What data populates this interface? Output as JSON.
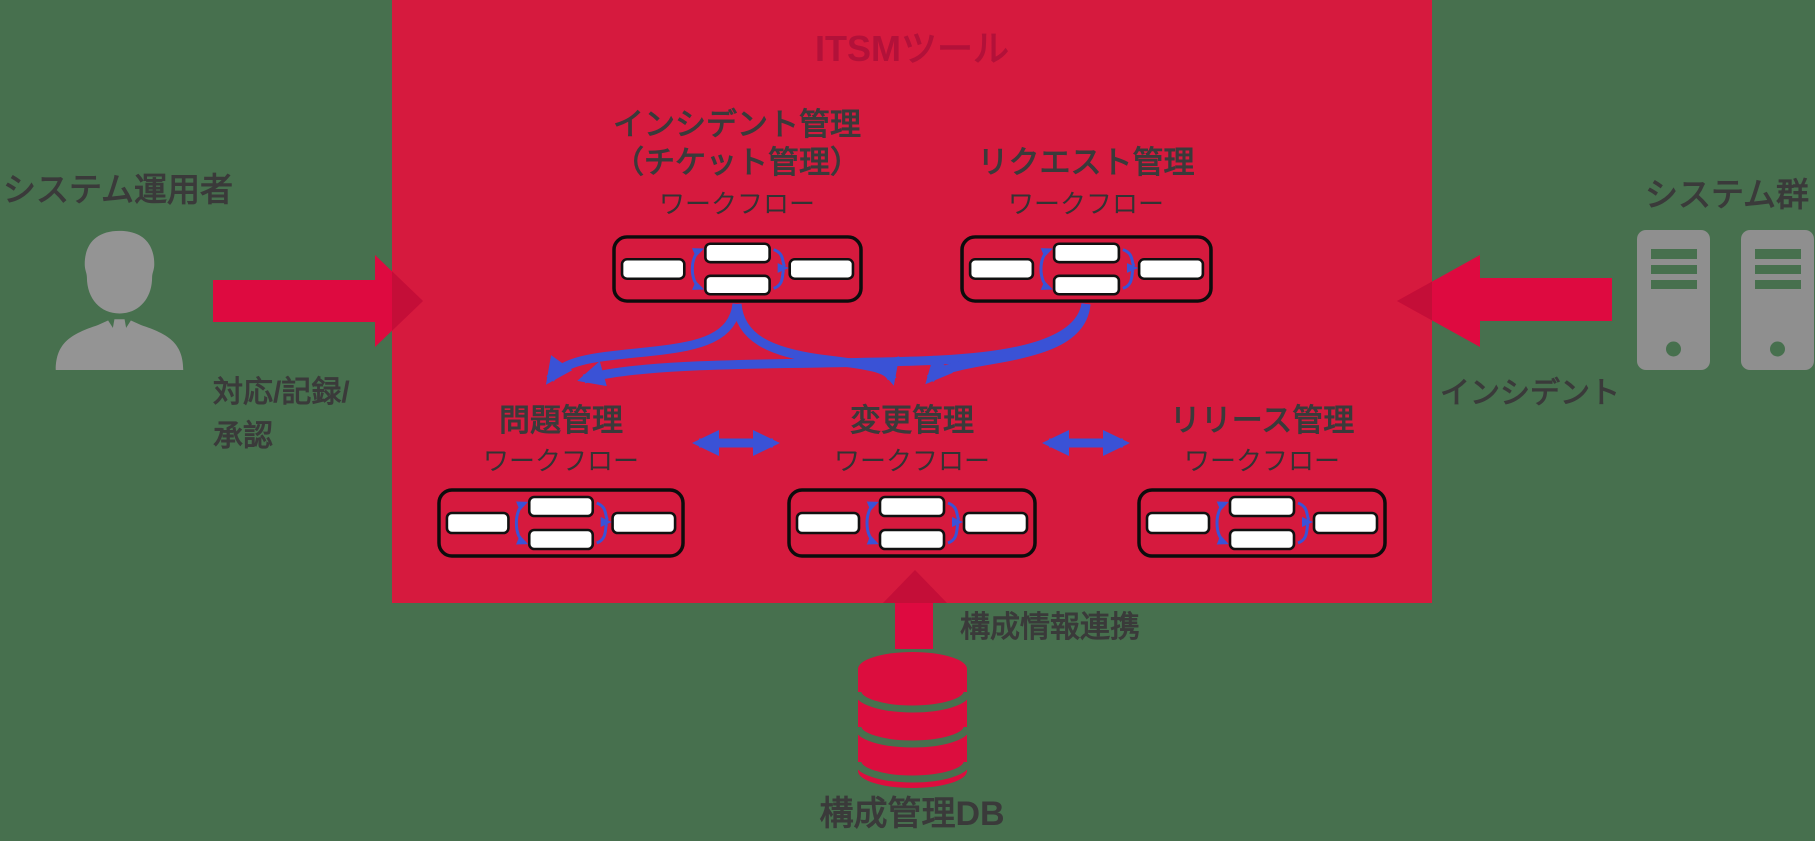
{
  "diagram_title": "ITSMツール",
  "left_actor": {
    "label": "システム運用者",
    "arrow_caption_line1": "対応/記録/",
    "arrow_caption_line2": "承認"
  },
  "right_actor": {
    "label": "システム群",
    "arrow_caption": "インシデント"
  },
  "modules": [
    {
      "id": "incident",
      "title": "インシデント管理",
      "title_paren": "（チケット管理）",
      "workflow_label": "ワークフロー"
    },
    {
      "id": "request",
      "title": "リクエスト管理",
      "workflow_label": "ワークフロー"
    },
    {
      "id": "problem",
      "title": "問題管理",
      "workflow_label": "ワークフロー"
    },
    {
      "id": "change",
      "title": "変更管理",
      "workflow_label": "ワークフロー"
    },
    {
      "id": "release",
      "title": "リリース管理",
      "workflow_label": "ワークフロー"
    }
  ],
  "database": {
    "label": "構成管理DB",
    "link_caption": "構成情報連携"
  },
  "icons": [
    "operator-person-icon",
    "server-icon",
    "server-icon",
    "database-cylinder-icon"
  ],
  "colors": {
    "background_green": "#47704E",
    "panel_red": "#D61A3E",
    "panel_title_red": "#B21139",
    "arrow_red": "#DE0A40",
    "arrow_red_overlap": "#C40E38",
    "flow_blue": "#3A52D6",
    "icon_gray": "#949494",
    "server_gray": "#8F8F8F",
    "text_dark": "#3A3A3A"
  }
}
